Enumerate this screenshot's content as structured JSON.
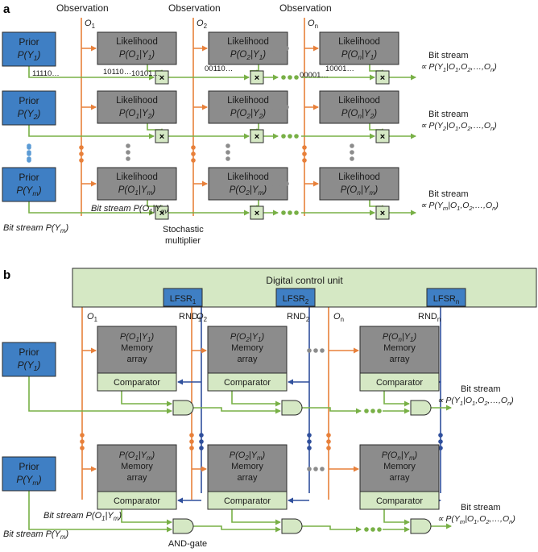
{
  "panel_a": {
    "label": "a",
    "observation_header": "Observation",
    "observations": [
      {
        "base": "O",
        "sub": "1"
      },
      {
        "base": "O",
        "sub": "2"
      },
      {
        "base": "O",
        "sub": "n"
      }
    ],
    "priors": [
      {
        "title": "Prior",
        "fn": "P(Y",
        "sub": "1",
        "close": ")"
      },
      {
        "title": "Prior",
        "fn": "P(Y",
        "sub": "2",
        "close": ")"
      },
      {
        "title": "Prior",
        "fn": "P(Y",
        "sub": "m",
        "close": ")"
      }
    ],
    "likelihood_title": "Likelihood",
    "likelihoods": [
      [
        {
          "p": "P(O",
          "o": "1",
          "mid": "|Y",
          "y": "1",
          "close": ")"
        },
        {
          "p": "P(O",
          "o": "2",
          "mid": "|Y",
          "y": "1",
          "close": ")"
        },
        {
          "p": "P(O",
          "o": "n",
          "mid": "|Y",
          "y": "1",
          "close": ")"
        }
      ],
      [
        {
          "p": "P(O",
          "o": "1",
          "mid": "|Y",
          "y": "2",
          "close": ")"
        },
        {
          "p": "P(O",
          "o": "2",
          "mid": "|Y",
          "y": "2",
          "close": ")"
        },
        {
          "p": "P(O",
          "o": "n",
          "mid": "|Y",
          "y": "2",
          "close": ")"
        }
      ],
      [
        {
          "p": "P(O",
          "o": "1",
          "mid": "|Y",
          "y": "m",
          "close": ")"
        },
        {
          "p": "P(O",
          "o": "2",
          "mid": "|Y",
          "y": "m",
          "close": ")"
        },
        {
          "p": "P(O",
          "o": "n",
          "mid": "|Y",
          "y": "m",
          "close": ")"
        }
      ]
    ],
    "multiplier_symbol": "×",
    "bitstream_samples": [
      "11110…",
      "10110…",
      "10101…",
      "00110…",
      "10001…",
      "00001…"
    ],
    "bitstream_label": "Bit stream",
    "output_posteriors": [
      {
        "pre": "∝ P(Y",
        "y": "1",
        "post": "|O",
        "o1": "1",
        "c2": ",O",
        "o2": "2",
        "end": ",…,O",
        "on": "n",
        "close": ")"
      },
      {
        "pre": "∝ P(Y",
        "y": "2",
        "post": "|O",
        "o1": "1",
        "c2": ",O",
        "o2": "2",
        "end": ",…,O",
        "on": "n",
        "close": ")"
      },
      {
        "pre": "∝ P(Y",
        "y": "m",
        "post": "|O",
        "o1": "1",
        "c2": ",O",
        "o2": "2",
        "end": ",…,O",
        "on": "n",
        "close": ")"
      }
    ],
    "bitstream_likelihood": {
      "pre": "Bit stream P(O",
      "o": "1",
      "mid": "|Y",
      "y": "m",
      "close": ")"
    },
    "bitstream_prior": {
      "pre": "Bit stream P(Y",
      "y": "m",
      "close": ")"
    },
    "multiplier_label_1": "Stochastic",
    "multiplier_label_2": "multiplier"
  },
  "panel_b": {
    "label": "b",
    "control_unit": "Digital control unit",
    "lfsr": [
      {
        "base": "LFSR",
        "sub": "1"
      },
      {
        "base": "LFSR",
        "sub": "2"
      },
      {
        "base": "LFSR",
        "sub": "n"
      }
    ],
    "rnd": [
      {
        "base": "RND",
        "sub": "1"
      },
      {
        "base": "RND",
        "sub": "2"
      },
      {
        "base": "RND",
        "sub": "n"
      }
    ],
    "observations": [
      {
        "base": "O",
        "sub": "1"
      },
      {
        "base": "O",
        "sub": "2"
      },
      {
        "base": "O",
        "sub": "n"
      }
    ],
    "priors": [
      {
        "title": "Prior",
        "fn": "P(Y",
        "sub": "1",
        "close": ")"
      },
      {
        "title": "Prior",
        "fn": "P(Y",
        "sub": "m",
        "close": ")"
      }
    ],
    "memory_line1": "Memory",
    "memory_line2": "array",
    "comparator": "Comparator",
    "memory_probs": [
      [
        {
          "p": "P(O",
          "o": "1",
          "mid": "|Y",
          "y": "1",
          "close": ")"
        },
        {
          "p": "P(O",
          "o": "2",
          "mid": "|Y",
          "y": "1",
          "close": ")"
        },
        {
          "p": "P(O",
          "o": "n",
          "mid": "|Y",
          "y": "1",
          "close": ")"
        }
      ],
      [
        {
          "p": "P(O",
          "o": "1",
          "mid": "|Y",
          "y": "m",
          "close": ")"
        },
        {
          "p": "P(O",
          "o": "2",
          "mid": "|Y",
          "y": "m",
          "close": ")"
        },
        {
          "p": "P(O",
          "o": "n",
          "mid": "|Y",
          "y": "m",
          "close": ")"
        }
      ]
    ],
    "bitstream_label": "Bit stream",
    "output_posteriors": [
      {
        "pre": "∝ P(Y",
        "y": "1",
        "post": "|O",
        "o1": "1",
        "c2": ",O",
        "o2": "2",
        "end": ",…,O",
        "on": "n",
        "close": ")"
      },
      {
        "pre": "∝ P(Y",
        "y": "m",
        "post": "|O",
        "o1": "1",
        "c2": ",O",
        "o2": "2",
        "end": ",…,O",
        "on": "n",
        "close": ")"
      }
    ],
    "bitstream_likelihood": {
      "pre": "Bit stream P(O",
      "o": "1",
      "mid": "|Y",
      "y": "m",
      "close": ")"
    },
    "bitstream_prior": {
      "pre": "Bit stream P(Y",
      "y": "m",
      "close": ")"
    },
    "and_gate_label": "AND-gate"
  },
  "colors": {
    "prior_fill": "#3f7fc4",
    "gray_fill": "#8c8c8c",
    "green_fill": "#d5e8c4",
    "green_line": "#78b046",
    "orange_line": "#e8803a",
    "blue_line": "#2f4f9c",
    "dot_blue": "#5b9bd5",
    "dot_gray": "#8c8c8c"
  }
}
